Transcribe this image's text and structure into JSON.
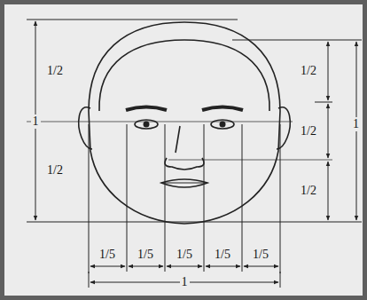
{
  "diagram": {
    "labels": [
      "1/2",
      "1",
      "1/2",
      "1/2",
      "1/2",
      "1",
      "1/2",
      "1/5",
      "1/5",
      "1/5",
      "1/5",
      "1/5",
      "1"
    ]
  }
}
